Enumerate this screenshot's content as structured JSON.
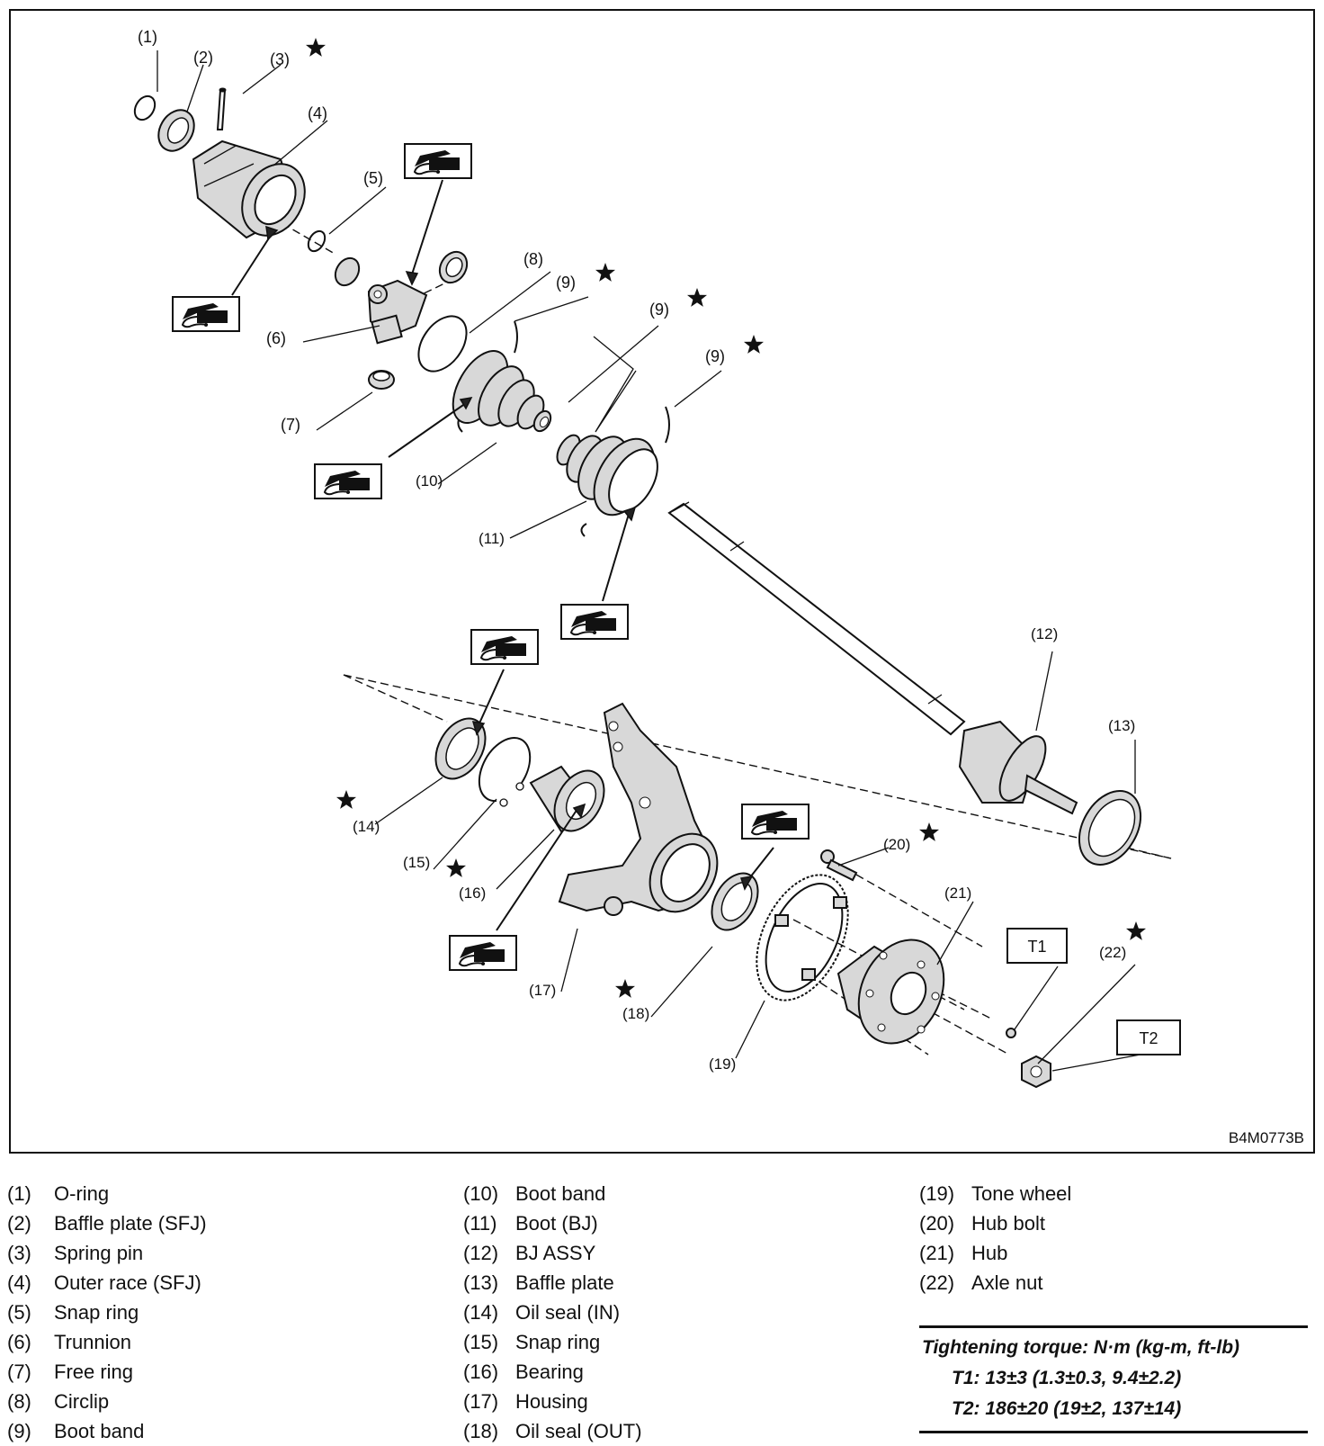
{
  "diagram": {
    "figure_code": "B4M0773B",
    "callouts": {
      "c1": "(1)",
      "c2": "(2)",
      "c3": "(3)",
      "c4": "(4)",
      "c5": "(5)",
      "c6": "(6)",
      "c7": "(7)",
      "c8": "(8)",
      "c9": "(9)",
      "c10": "(10)",
      "c11": "(11)",
      "c12": "(12)",
      "c13": "(13)",
      "c14": "(14)",
      "c15": "(15)",
      "c16": "(16)",
      "c17": "(17)",
      "c18": "(18)",
      "c19": "(19)",
      "c20": "(20)",
      "c21": "(21)",
      "c22": "(22)"
    },
    "torque_tags": {
      "t1": "T1",
      "t2": "T2"
    },
    "grease_symbol": "grease-gun-icon",
    "replace_symbol": "star-icon"
  },
  "legend": {
    "col1": [
      {
        "num": "(1)",
        "name": "O-ring"
      },
      {
        "num": "(2)",
        "name": "Baffle plate (SFJ)"
      },
      {
        "num": "(3)",
        "name": "Spring pin"
      },
      {
        "num": "(4)",
        "name": "Outer race (SFJ)"
      },
      {
        "num": "(5)",
        "name": "Snap ring"
      },
      {
        "num": "(6)",
        "name": "Trunnion"
      },
      {
        "num": "(7)",
        "name": "Free ring"
      },
      {
        "num": "(8)",
        "name": "Circlip"
      },
      {
        "num": "(9)",
        "name": "Boot band"
      }
    ],
    "col2": [
      {
        "num": "(10)",
        "name": "Boot band"
      },
      {
        "num": "(11)",
        "name": "Boot (BJ)"
      },
      {
        "num": "(12)",
        "name": "BJ ASSY"
      },
      {
        "num": "(13)",
        "name": "Baffle plate"
      },
      {
        "num": "(14)",
        "name": "Oil seal (IN)"
      },
      {
        "num": "(15)",
        "name": "Snap ring"
      },
      {
        "num": "(16)",
        "name": "Bearing"
      },
      {
        "num": "(17)",
        "name": "Housing"
      },
      {
        "num": "(18)",
        "name": "Oil seal (OUT)"
      }
    ],
    "col3": [
      {
        "num": "(19)",
        "name": "Tone wheel"
      },
      {
        "num": "(20)",
        "name": "Hub bolt"
      },
      {
        "num": "(21)",
        "name": "Hub"
      },
      {
        "num": "(22)",
        "name": "Axle nut"
      }
    ]
  },
  "torque": {
    "title": "Tightening torque: N·m (kg-m, ft-lb)",
    "t1": "T1: 13±3 (1.3±0.3, 9.4±2.2)",
    "t2": "T2: 186±20 (19±2, 137±14)"
  }
}
